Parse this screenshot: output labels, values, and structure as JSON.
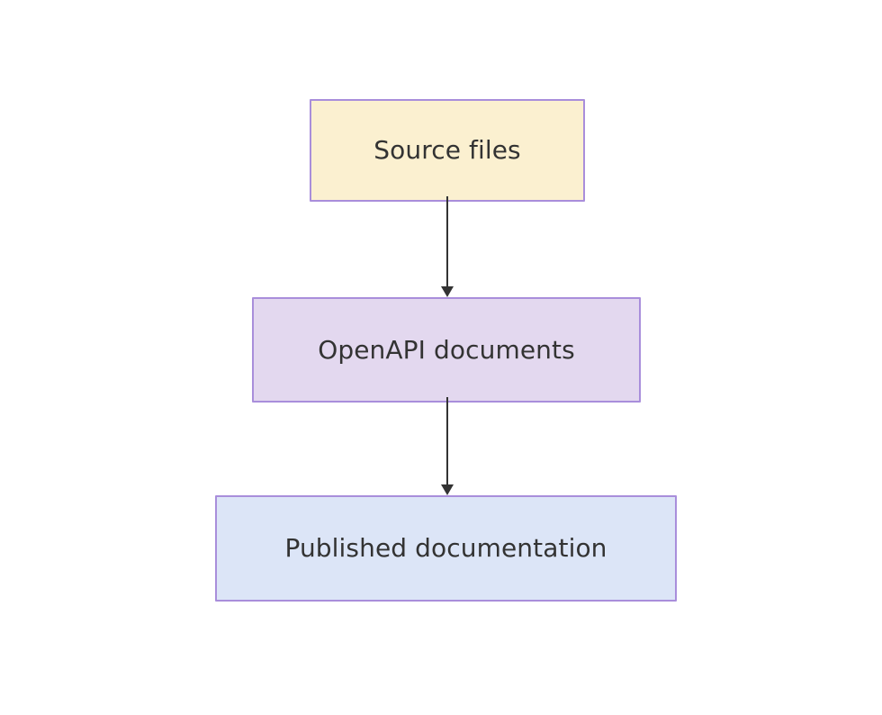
{
  "diagram": {
    "type": "flowchart",
    "direction": "top-to-bottom",
    "background_color": "#ffffff",
    "title": "",
    "nodes": [
      {
        "id": "source-files",
        "label": "Source files",
        "fill_color": "#fbf0d0",
        "border_color": "#a98edb",
        "text_color": "#333333"
      },
      {
        "id": "openapi-documents",
        "label": "OpenAPI documents",
        "fill_color": "#e3d8ef",
        "border_color": "#a98edb",
        "text_color": "#333333"
      },
      {
        "id": "published-documentation",
        "label": "Published documentation",
        "fill_color": "#dce5f7",
        "border_color": "#a98edb",
        "text_color": "#333333"
      }
    ],
    "edges": [
      {
        "id": "source-to-openapi",
        "from": "source-files",
        "to": "openapi-documents",
        "label": "",
        "color": "#333333",
        "arrow": "triangle-end"
      },
      {
        "id": "openapi-to-published",
        "from": "openapi-documents",
        "to": "published-documentation",
        "label": "",
        "color": "#333333",
        "arrow": "triangle-end"
      }
    ]
  }
}
